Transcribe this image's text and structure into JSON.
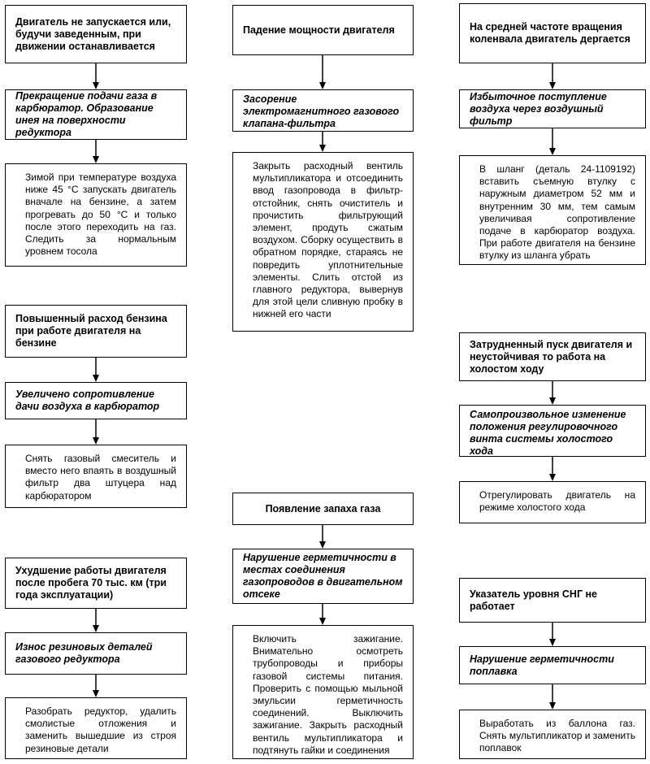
{
  "columns": [
    {
      "flows": [
        {
          "symptom": "Двигатель не запускается или, будучи заведенным, при движении останавливается",
          "cause": "Прекращение подачи газа в карбюратор. Образование инея на поверхности редуктора",
          "remedy": "Зимой при температуре воздуха ниже 45 °С запускать двигатель вначале на бензине, а затем прогревать до 50 °С и только после этого переходить на газ. Следить за нормальным уровнем тосола"
        },
        {
          "symptom": "Повышенный расход бензина при работе двигателя на бензине",
          "cause": "Увеличено сопротивление дачи воздуха в карбюратор",
          "remedy": "Снять газовый смеситель и вместо него впаять в воздушный фильтр два штуцера над карбюратором"
        },
        {
          "symptom": "Ухудшение работы двигателя после пробега 70 тыс. км (три года эксплуатации)",
          "cause": "Износ резиновых деталей газового редуктора",
          "remedy": "Разобрать редуктор, удалить смолистые отложения и заменить вышедшие из строя резиновые детали"
        }
      ]
    },
    {
      "flows": [
        {
          "symptom": "Падение мощности двигателя",
          "cause": "Засорение электромагнитного газового клапана-фильтра",
          "remedy": "Закрыть расходный вентиль мультипликатора и отсоединить ввод газопровода в фильтр-отстойник, снять очиститель и прочистить фильтрующий элемент, продуть сжатым воздухом. Сборку осуществить в обратном порядке, стараясь не повредить уплотнительные элементы. Слить отстой из главного редуктора, вывернув для этой цели сливную пробку в нижней его части"
        },
        {
          "symptom": "Появление запаха газа",
          "cause": "Нарушение герметичности в местах соединения газопроводов в двигательном отсеке",
          "remedy": "Включить зажигание. Внимательно осмотреть трубопроводы и приборы газовой системы питания. Проверить с помощью мыльной эмульсии герметичность соединений. Выключить зажигание. Закрыть расходный вентиль мультипликатора и подтянуть гайки и соединения"
        }
      ]
    },
    {
      "flows": [
        {
          "symptom": "На средней частоте вращения коленвала двигатель дергается",
          "cause": "Избыточное поступление воздуха через воздушный фильтр",
          "remedy": "В шланг (деталь 24-1109192) вставить съемную втулку с наружным диаметром 52 мм и внутренним 30 мм, тем самым увеличивая сопротивление подаче в карбюратор воздуха. При работе двигателя на бензине втулку из шланга убрать"
        },
        {
          "symptom": "Затрудненный пуск двигателя и неустойчивая то работа на холостом ходу",
          "cause": "Самопроизвольное изменение положения регулировочного винта системы холостого хода",
          "remedy": "Отрегулировать двигатель на режиме холостого хода"
        },
        {
          "symptom": "Указатель уровня СНГ не работает",
          "cause": "Нарушение герметичности поплавка",
          "remedy": "Выработать из баллона газ. Снять мультипликатор и заменить поплавок"
        }
      ]
    }
  ]
}
